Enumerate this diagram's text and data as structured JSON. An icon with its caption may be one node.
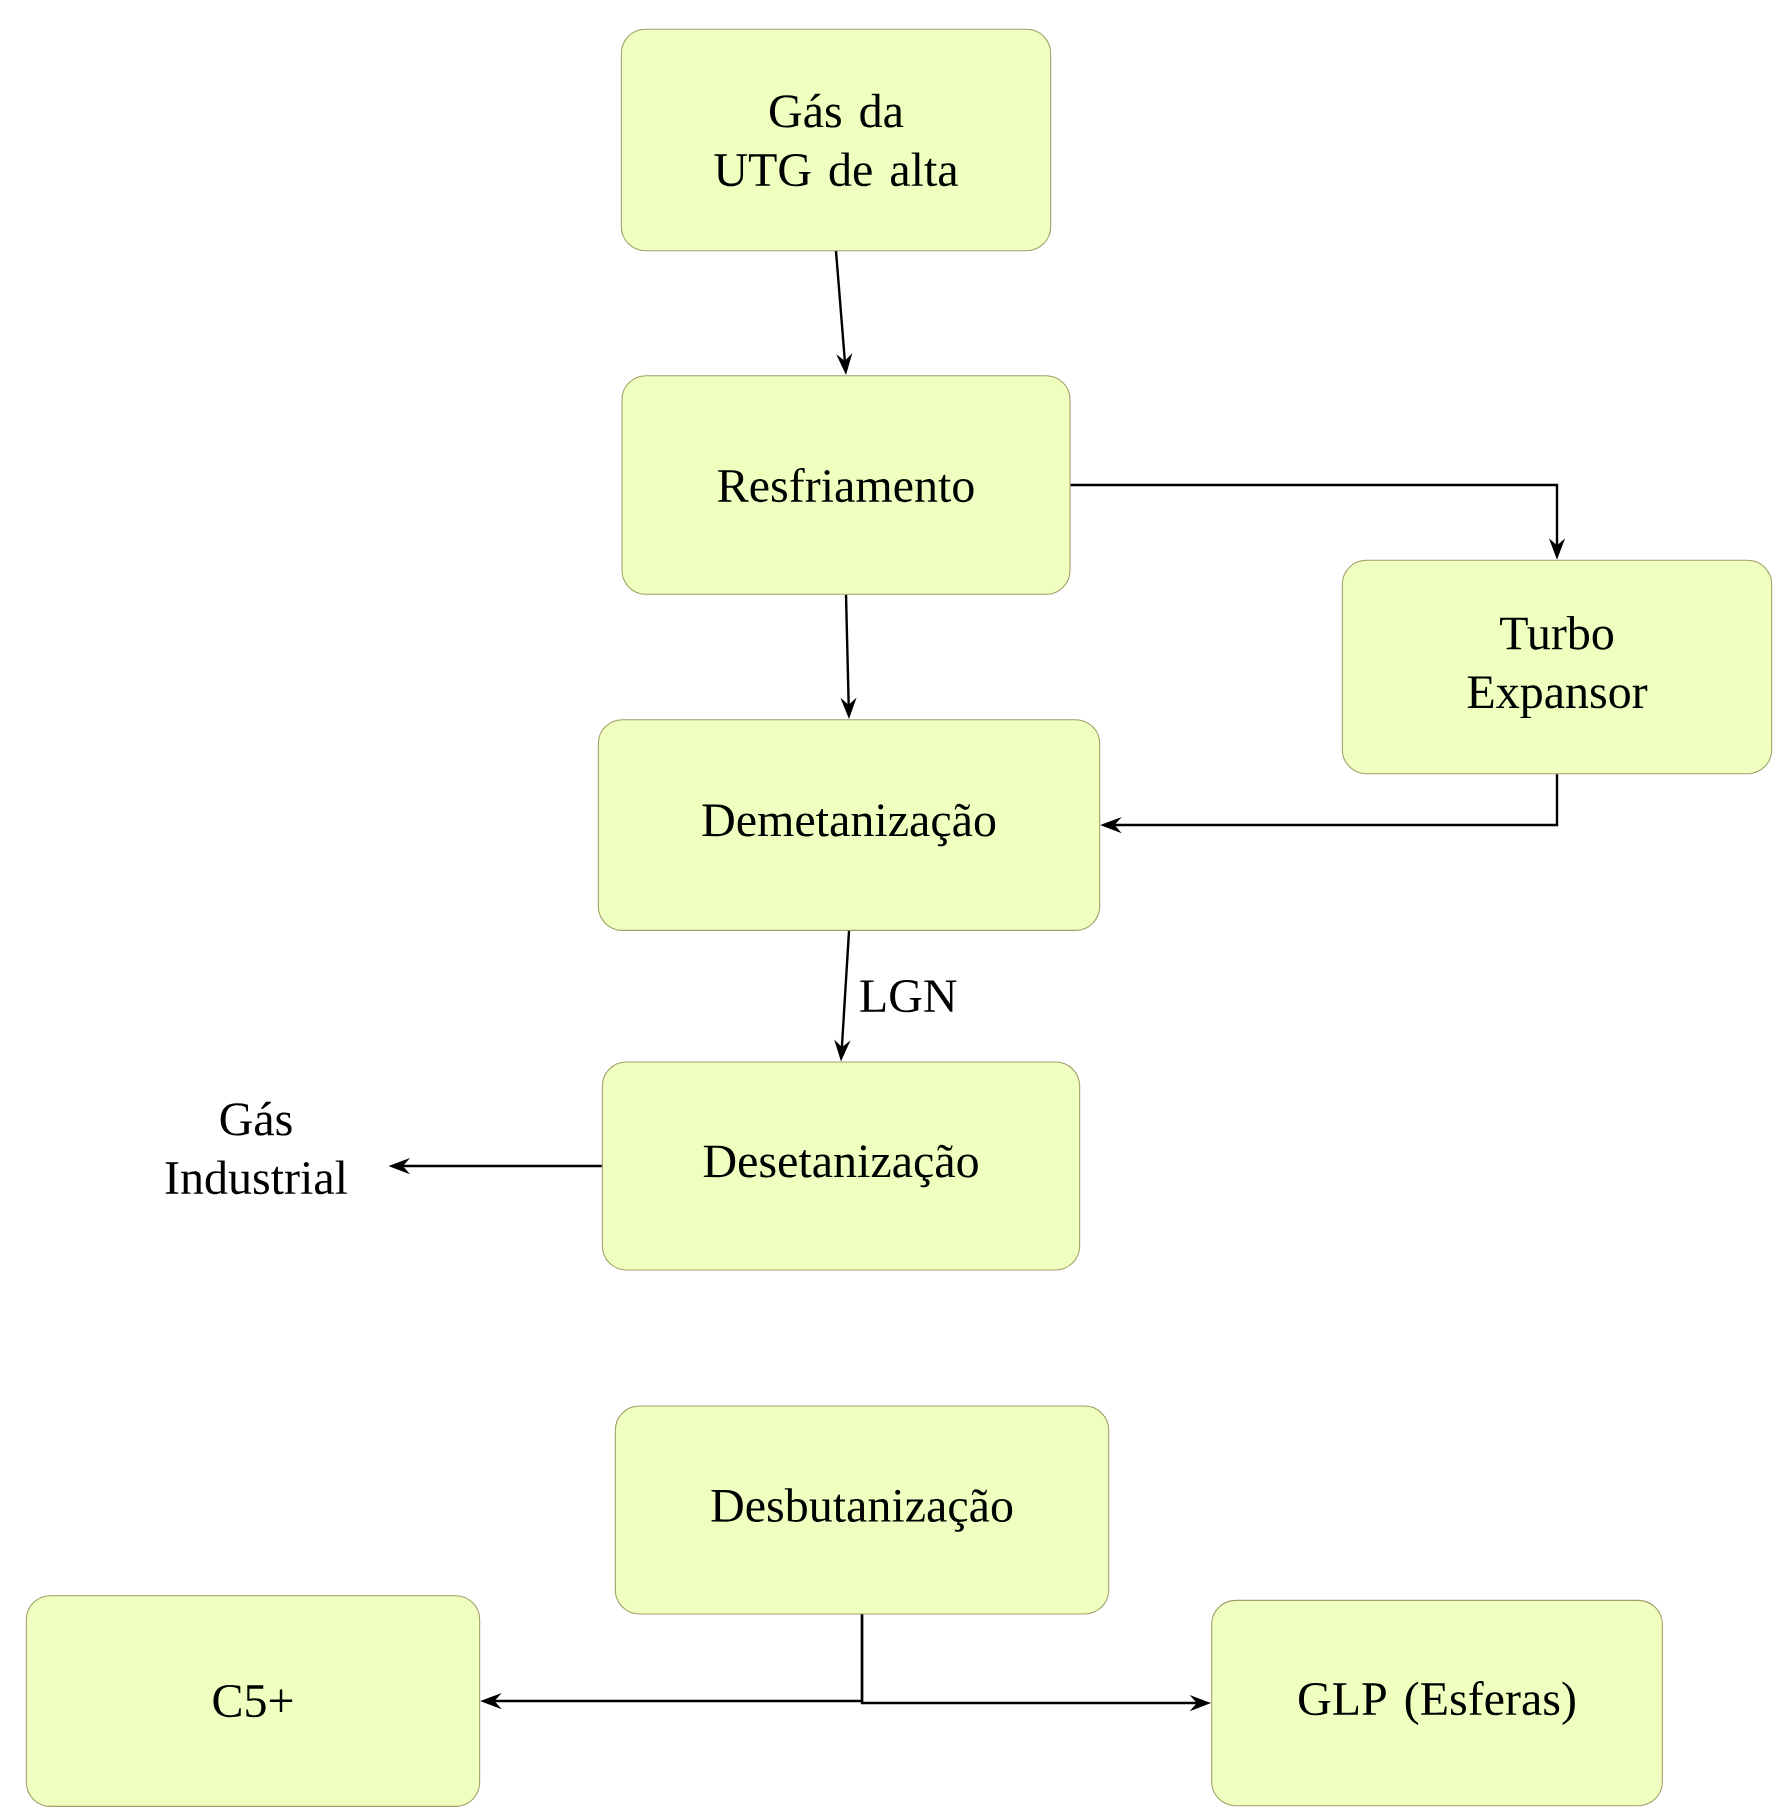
{
  "diagram": {
    "nodes": [
      {
        "text": [
          "Gás da UTG de alta"
        ]
      },
      {
        "text": [
          "Resfriamento"
        ]
      },
      {
        "text": [
          "Turbo Expansor"
        ]
      },
      {
        "text": [
          "Demetanização"
        ]
      },
      {
        "text": [
          "Desetanização"
        ]
      },
      {
        "text": [
          "Desbutanização"
        ]
      },
      {
        "text": [
          "C5+"
        ]
      },
      {
        "text": [
          "GLP (Esferas)"
        ]
      },
      {
        "text": [
          "Gás Industrial"
        ]
      }
    ],
    "edges": [
      {
        "from": 0,
        "to": 1,
        "arrow": "to"
      },
      {
        "from": 1,
        "to": 2,
        "arrow": "to"
      },
      {
        "from": 1,
        "to": 3,
        "arrow": "to"
      },
      {
        "from": 2,
        "to": 3,
        "arrow": "to"
      },
      {
        "from": 3,
        "to": 4,
        "arrow": "to",
        "label": "LGN"
      },
      {
        "from": 4,
        "to": 8,
        "arrow": "to"
      },
      {
        "from": 5,
        "to": 6,
        "arrow": "to"
      },
      {
        "from": 5,
        "to": 7,
        "arrow": "to"
      }
    ]
  }
}
